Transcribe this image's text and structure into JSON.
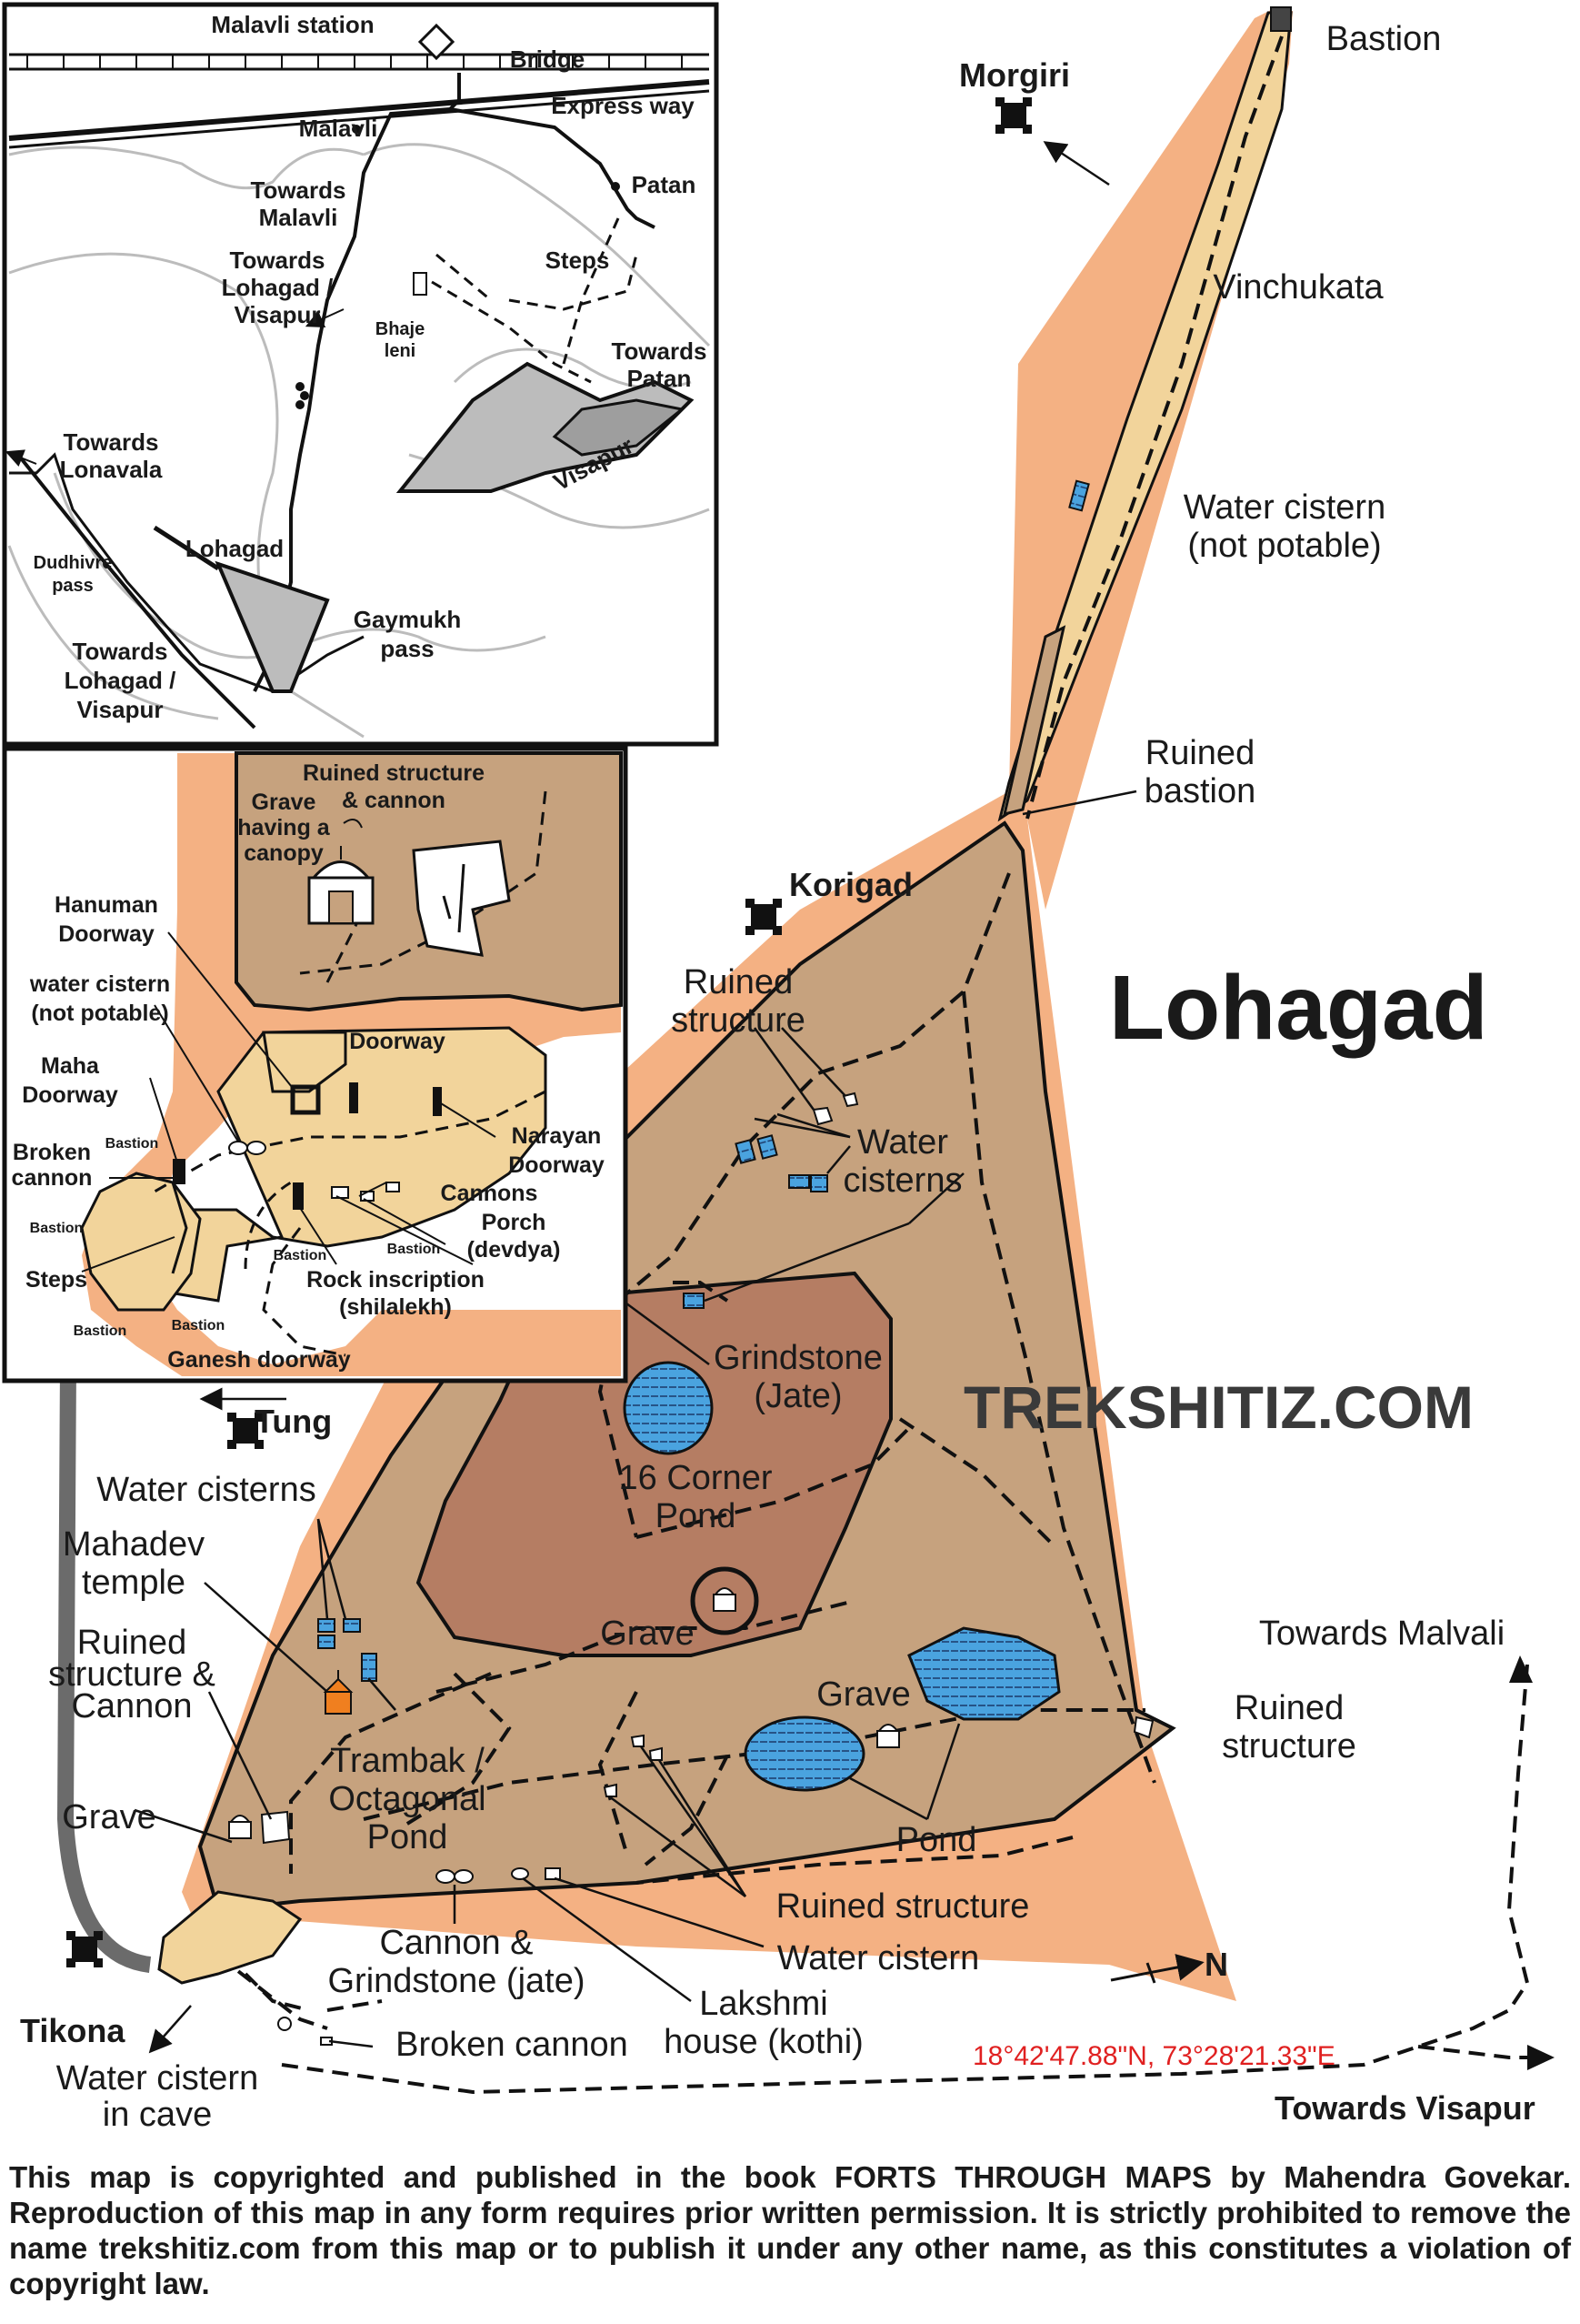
{
  "main_map": {
    "title": "Lohagad",
    "watermark": "TREKSHITIZ.COM",
    "coordinates": "18°42'47.88\"N, 73°28'21.33\"E",
    "north_label": "N",
    "forts": {
      "morgiri": "Morgiri",
      "korigad": "Korigad",
      "tung": "Tung",
      "tikona": "Tikona"
    },
    "labels": {
      "bastion": "Bastion",
      "vinchukata": "Vinchukata",
      "water_cistern_1": "Water cistern",
      "water_cistern_2": "(not potable)",
      "ruined_bastion_1": "Ruined",
      "ruined_bastion_2": "bastion",
      "ruined_structure_top_1": "Ruined",
      "ruined_structure_top_2": "structure",
      "water_cisterns_top_1": "Water",
      "water_cisterns_top_2": "cisterns",
      "grindstone_1": "Grindstone",
      "grindstone_2": "(Jate)",
      "corner_pond_1": "16 Corner",
      "corner_pond_2": "Pond",
      "grave_center": "Grave",
      "grave_right": "Grave",
      "towards_malvali": "Towards Malvali",
      "ruined_structure_right_1": "Ruined",
      "ruined_structure_right_2": "structure",
      "pond": "Pond",
      "water_cisterns_left": "Water cisterns",
      "mahadev_1": "Mahadev",
      "mahadev_2": "temple",
      "ruined_cannon_1": "Ruined",
      "ruined_cannon_2": "structure &",
      "ruined_cannon_3": "Cannon",
      "grave_left": "Grave",
      "trambak_1": "Trambak /",
      "trambak_2": "Octagonal",
      "trambak_3": "Pond",
      "ruined_structure_bottom": "Ruined structure",
      "water_cistern_bottom": "Water cistern",
      "cannon_grind_1": "Cannon &",
      "cannon_grind_2": "Grindstone (jate)",
      "lakshmi_1": "Lakshmi",
      "lakshmi_2": "house (kothi)",
      "broken_cannon": "Broken cannon",
      "cave_cistern_1": "Water cistern",
      "cave_cistern_2": "in cave",
      "towards_visapur": "Towards Visapur"
    }
  },
  "inset_top": {
    "malavli_station": "Malavli station",
    "bridge": "Bridge",
    "express_way": "Express way",
    "malavli": "Malavli",
    "patan": "Patan",
    "towards_malavli_1": "Towards",
    "towards_malavli_2": "Malavli",
    "towards_lv_1": "Towards",
    "towards_lv_2": "Lohagad /",
    "towards_lv_3": "Visapur",
    "steps": "Steps",
    "bhaje_1": "Bhaje",
    "bhaje_2": "leni",
    "towards_patan_1": "Towards",
    "towards_patan_2": "Patan",
    "visapur": "Visapur",
    "towards_lonavala_1": "Towards",
    "towards_lonavala_2": "Lonavala",
    "lohagad": "Lohagad",
    "dudhivre_1": "Dudhivre",
    "dudhivre_2": "pass",
    "gaymukh_1": "Gaymukh",
    "gaymukh_2": "pass",
    "towards_lv2_1": "Towards",
    "towards_lv2_2": "Lohagad /",
    "towards_lv2_3": "Visapur"
  },
  "inset_mid": {
    "ruined_structure_1": "Ruined structure",
    "ruined_structure_2": "& cannon",
    "grave_1": "Grave",
    "grave_2": "having a",
    "grave_3": "canopy",
    "hanuman_1": "Hanuman",
    "hanuman_2": "Doorway",
    "cistern_1": "water cistern",
    "cistern_2": "(not potable)",
    "maha_1": "Maha",
    "maha_2": "Doorway",
    "doorway": "Doorway",
    "narayan_1": "Narayan",
    "narayan_2": "Doorway",
    "bastion": "Bastion",
    "broken_1": "Broken",
    "broken_2": "cannon",
    "cannons": "Cannons",
    "porch_1": "Porch",
    "porch_2": "(devdya)",
    "steps": "Steps",
    "rock_1": "Rock inscription",
    "rock_2": "(shilalekh)",
    "ganesh": "Ganesh doorway"
  },
  "footer": {
    "copyright": "This map is copyrighted and published in the book FORTS THROUGH MAPS by Mahendra Govekar. Reproduction of this map in any form requires prior written permission. It is strictly prohibited to remove the name trekshitiz.com from this map or to publish it under any other name, as this constitutes a violation of copyright law."
  },
  "colors": {
    "outer_zone": "#f4b183",
    "fort_plateau": "#c6a27e",
    "inner_plateau": "#b57d63",
    "pond_blue": "#4aa3df",
    "inset_hill": "#bcbcbc",
    "inset_dark": "#9e9e9e",
    "entrance_zone": "#f2d49b",
    "temple_orange": "#f07f1f",
    "coord_red": "#e02020"
  }
}
